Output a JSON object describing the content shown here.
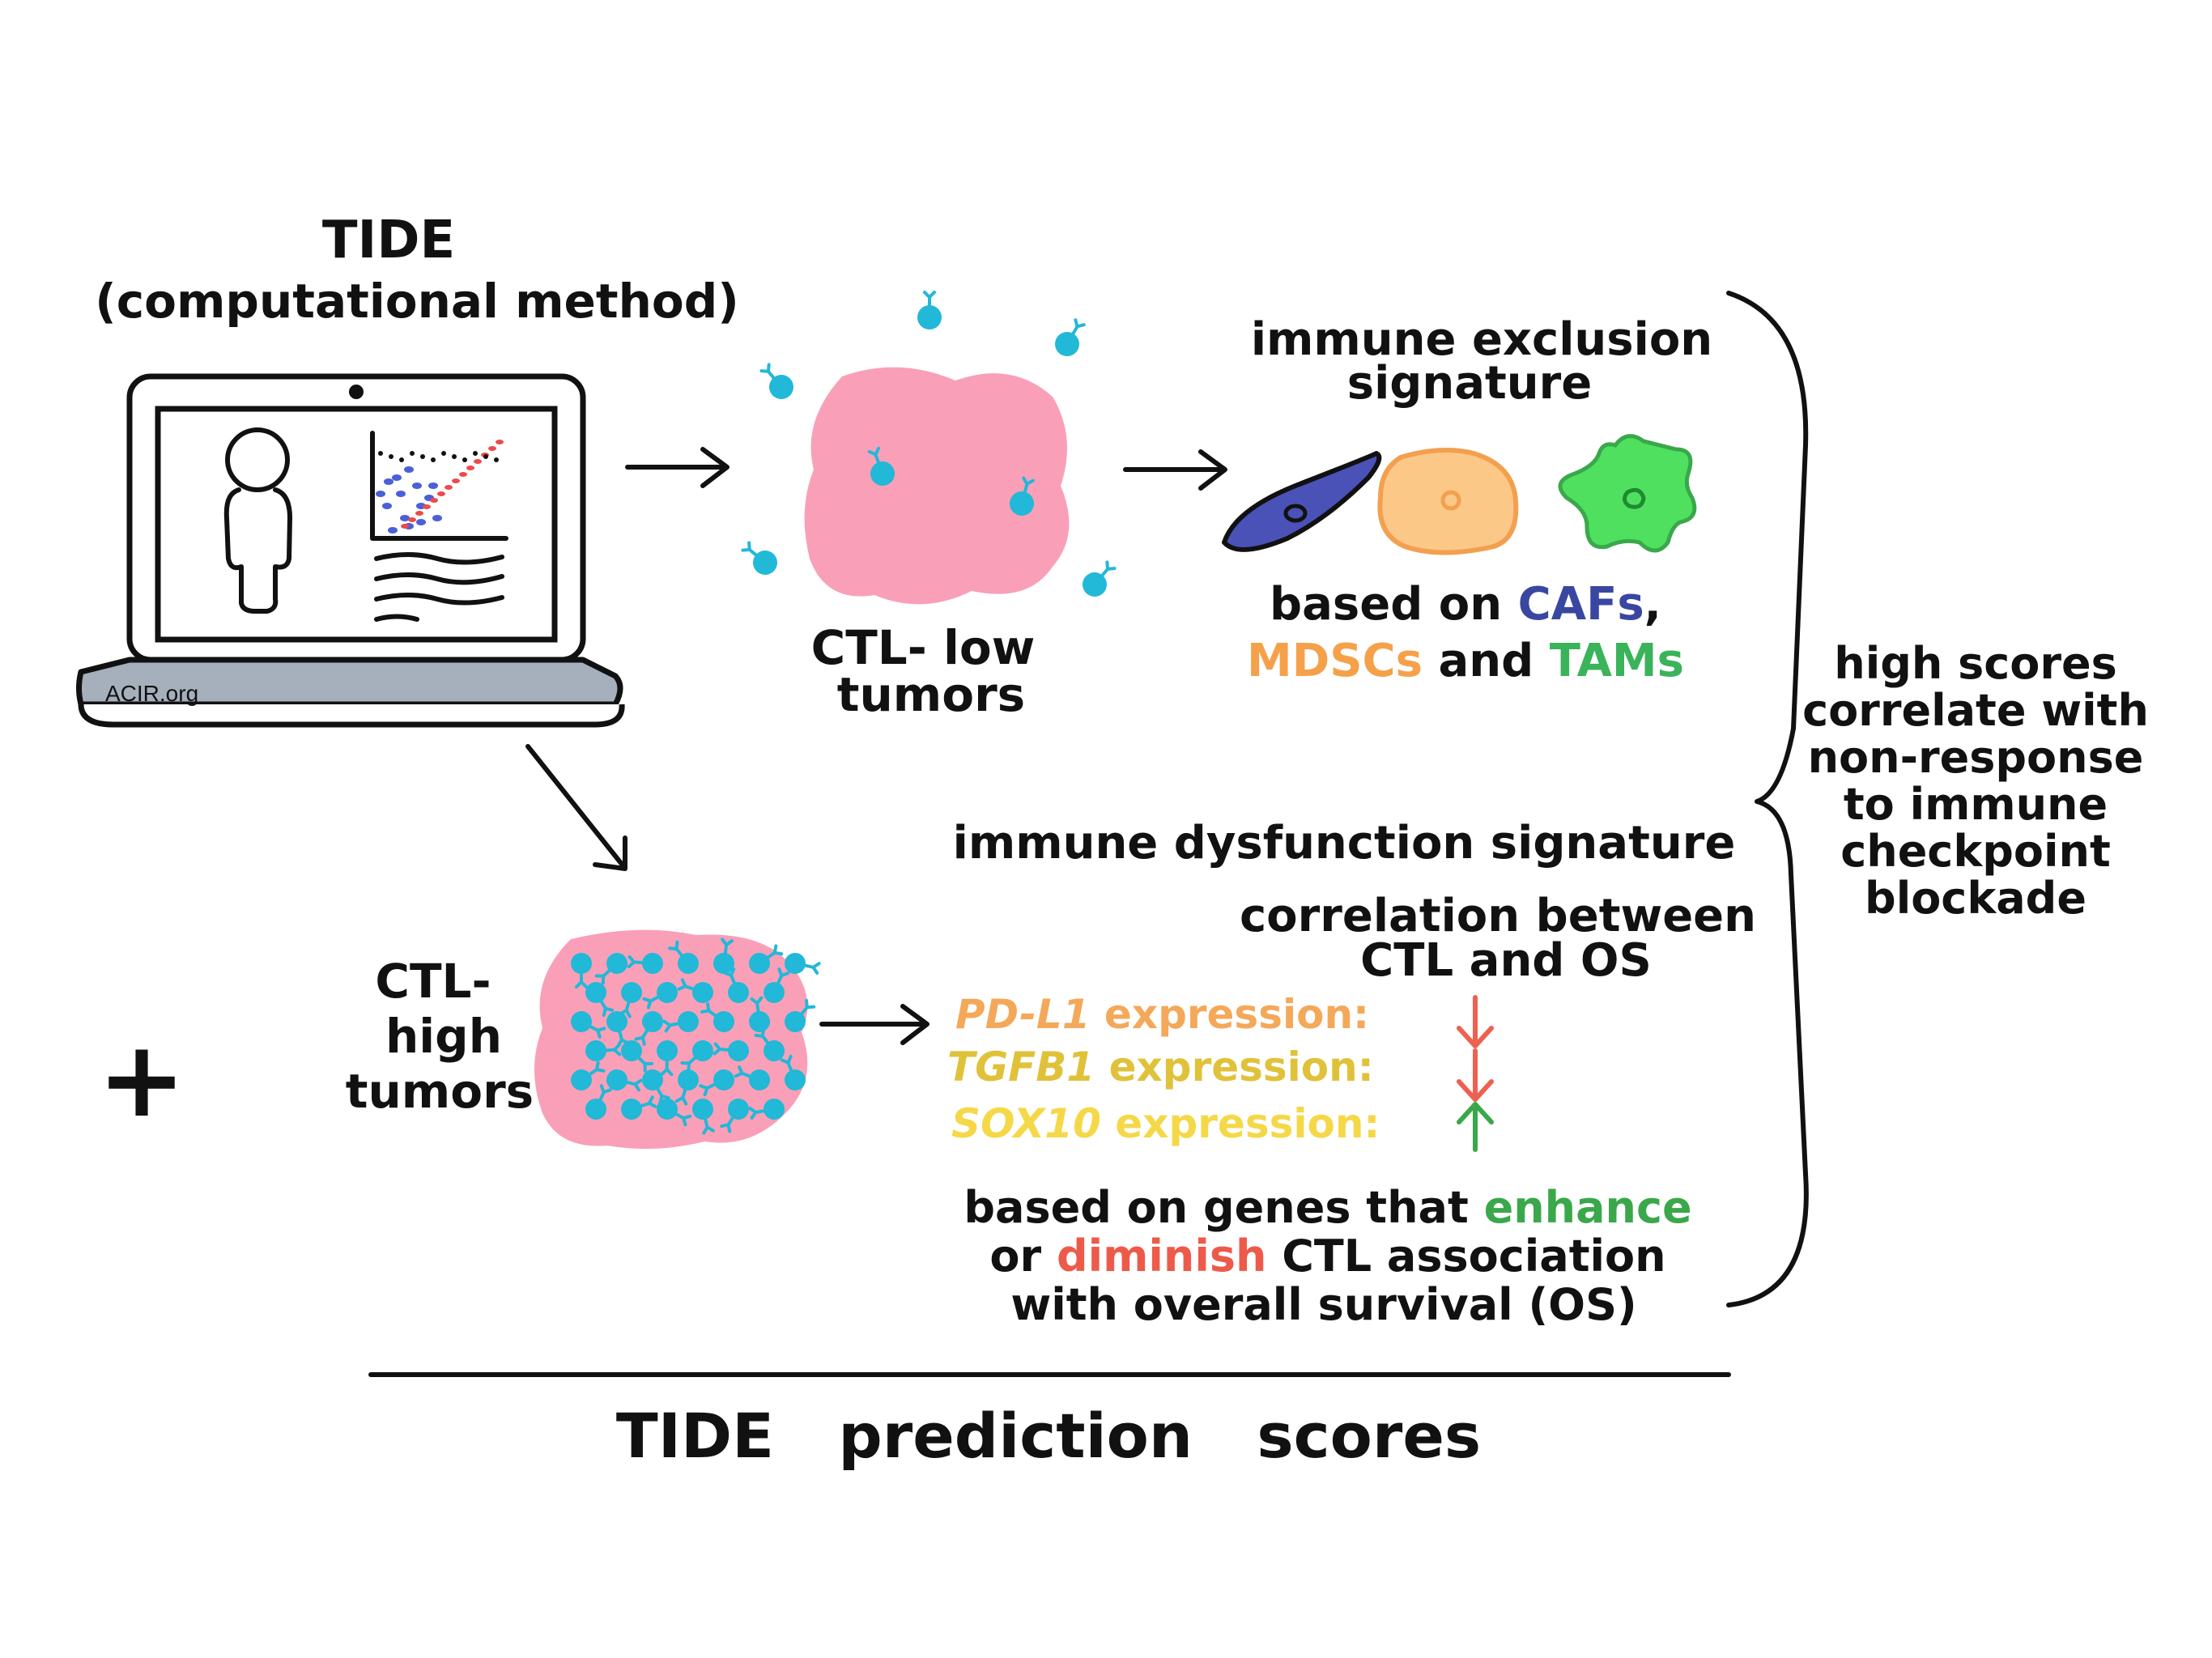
{
  "method": {
    "title": "TIDE",
    "subtitle": "(computational method)",
    "watermark": "ACIR.org"
  },
  "ctl_low": {
    "label_line1": "CTL- low",
    "label_line2": "tumors"
  },
  "exclusion": {
    "title_line1": "immune exclusion",
    "title_line2": "signature",
    "based_prefix": "based on",
    "cafs": "CAFs",
    "comma": ",",
    "mdscs": "MDSCs",
    "and_word": "and",
    "tams": "TAMs"
  },
  "ctl_high": {
    "label_line1": "CTL-",
    "label_line2": "high",
    "label_line3": "tumors"
  },
  "dysfunction": {
    "title": "immune dysfunction signature",
    "corr_line1": "correlation between",
    "corr_line2": "CTL and OS",
    "genes": [
      {
        "name": "PD-L1",
        "suffix": "expression:",
        "direction": "down",
        "color": "#f4a85a"
      },
      {
        "name": "TGFB1",
        "suffix": "expression:",
        "direction": "down",
        "color": "#e0c23a"
      },
      {
        "name": "SOX10",
        "suffix": "expression:",
        "direction": "up",
        "color": "#f5d848"
      }
    ],
    "footer_line1_prefix": "based on genes that",
    "enhance": "enhance",
    "footer_line2_prefix": "or",
    "diminish": "diminish",
    "footer_line2_suffix": "CTL association",
    "footer_line3": "with overall survival (OS)"
  },
  "plus_sign": "+",
  "bottom_label": "TIDE   prediction   scores",
  "side_note": [
    "high scores",
    "correlate with",
    "non-response",
    "to immune",
    "checkpoint",
    "blockade"
  ],
  "colors": {
    "tumor": "#f9a0b8",
    "tcell": "#22b8d8",
    "caf": "#4a52b8",
    "mdsc": "#fcc888",
    "tam": "#4fe060",
    "cafs_text": "#3a47a0",
    "mdscs_text": "#f5a14a",
    "tams_text": "#3ab35a",
    "enhance_text": "#3aa84a",
    "diminish_text": "#ee5a4a",
    "arrow_down": "#ee6050",
    "arrow_up": "#3aa84a",
    "laptop_base": "#a5b0bc"
  },
  "icons": {
    "laptop": "laptop-icon",
    "person": "person-icon",
    "scatter": "scatter-plot-icon",
    "caf": "fibroblast-cell-icon",
    "mdsc": "mdsc-cell-icon",
    "tam": "macrophage-cell-icon"
  }
}
